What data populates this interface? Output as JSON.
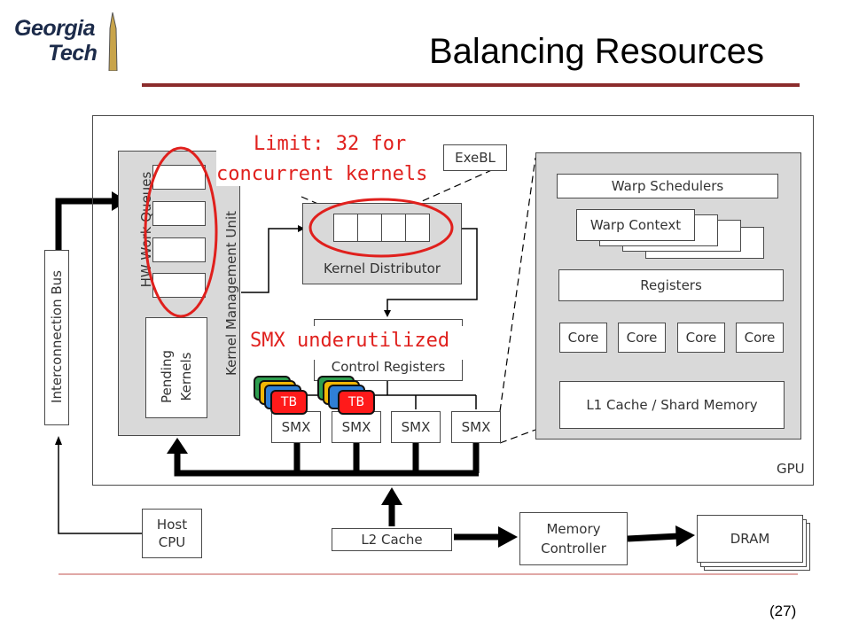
{
  "slide": {
    "title": "Balancing Resources",
    "page_number": "(27)"
  },
  "logo": {
    "line1": "Georgia",
    "line2": "Tech"
  },
  "diagram": {
    "interconnection_bus": "Interconnection Bus",
    "kmu": {
      "label": "Kernel Management Unit",
      "hw_queues": "HW Work Queues",
      "pending": "Pending Kernels"
    },
    "exebl": "ExeBL",
    "kernel_distributor": "Kernel Distributor",
    "control_registers": "Control Registers",
    "smx": [
      "SMX",
      "SMX",
      "SMX",
      "SMX"
    ],
    "tb": [
      "TB",
      "TB"
    ],
    "gpu_label": "GPU",
    "smx_detail": {
      "warp_schedulers": "Warp Schedulers",
      "warp_context": "Warp Context",
      "registers": "Registers",
      "cores": [
        "Core",
        "Core",
        "Core",
        "Core"
      ],
      "l1": "L1 Cache / Shard Memory"
    },
    "host_cpu": "Host CPU",
    "l2_cache": "L2 Cache",
    "memory_controller": "Memory Controller",
    "dram": "DRAM"
  },
  "annotations": {
    "limit_line1": "Limit: 32 for",
    "limit_line2": "concurrent kernels",
    "smx_underutilized": "SMX underutilized"
  },
  "colors": {
    "annotation_red": "#e0201d",
    "title_rule": "#8b2c2c",
    "gray_fill": "#d9d9d9"
  }
}
